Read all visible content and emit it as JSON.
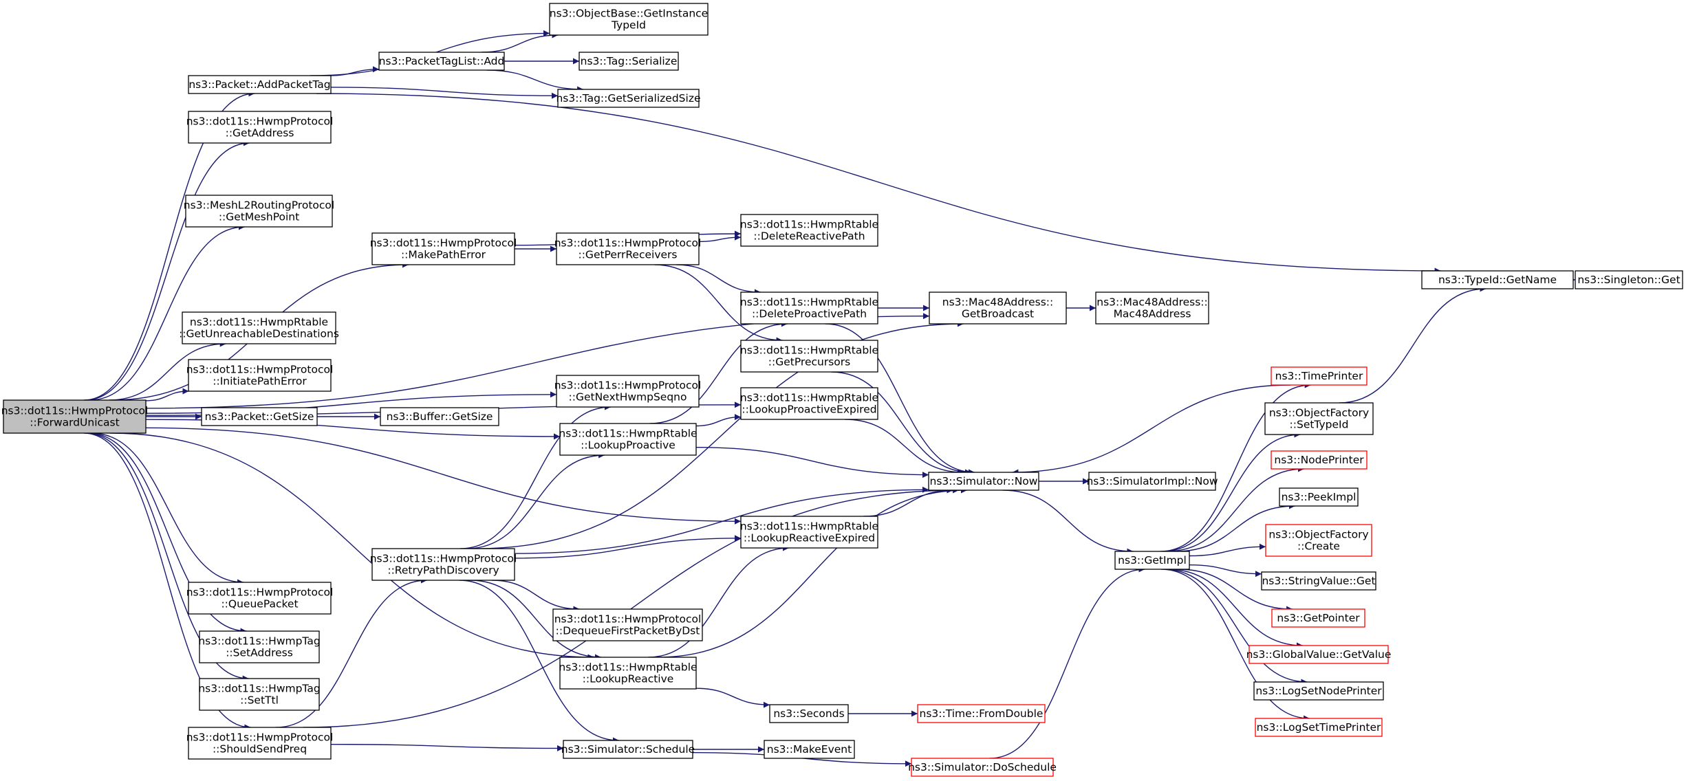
{
  "colors": {
    "edge": "#191970",
    "node_border": "#000000",
    "node_border_red": "#ff0000",
    "node_fill": "#ffffff",
    "root_fill": "#bfbfbf"
  },
  "nodes": [
    {
      "id": "fwd",
      "lines": [
        "ns3::dot11s::HwmpProtocol",
        "::ForwardUnicast"
      ],
      "style": "root"
    },
    {
      "id": "addtag",
      "lines": [
        "ns3::Packet::AddPacketTag"
      ]
    },
    {
      "id": "getaddr",
      "lines": [
        "ns3::dot11s::HwmpProtocol",
        "::GetAddress"
      ]
    },
    {
      "id": "getmp",
      "lines": [
        "ns3::MeshL2RoutingProtocol",
        "::GetMeshPoint"
      ]
    },
    {
      "id": "mkperr",
      "lines": [
        "ns3::dot11s::HwmpProtocol",
        "::MakePathError"
      ]
    },
    {
      "id": "getunr",
      "lines": [
        "ns3::dot11s::HwmpRtable",
        "::GetUnreachableDestinations"
      ]
    },
    {
      "id": "initperr",
      "lines": [
        "ns3::dot11s::HwmpProtocol",
        "::InitiatePathError"
      ]
    },
    {
      "id": "pgetsize",
      "lines": [
        "ns3::Packet::GetSize"
      ]
    },
    {
      "id": "bgetsize",
      "lines": [
        "ns3::Buffer::GetSize"
      ]
    },
    {
      "id": "objbase",
      "lines": [
        "ns3::ObjectBase::GetInstance",
        "TypeId"
      ]
    },
    {
      "id": "ptladd",
      "lines": [
        "ns3::PacketTagList::Add"
      ]
    },
    {
      "id": "tagser",
      "lines": [
        "ns3::Tag::Serialize"
      ]
    },
    {
      "id": "taggss",
      "lines": [
        "ns3::Tag::GetSerializedSize"
      ]
    },
    {
      "id": "getperr",
      "lines": [
        "ns3::dot11s::HwmpProtocol",
        "::GetPerrReceivers"
      ]
    },
    {
      "id": "delreact",
      "lines": [
        "ns3::dot11s::HwmpRtable",
        "::DeleteReactivePath"
      ]
    },
    {
      "id": "delpro",
      "lines": [
        "ns3::dot11s::HwmpRtable",
        "::DeleteProactivePath"
      ]
    },
    {
      "id": "getprec",
      "lines": [
        "ns3::dot11s::HwmpRtable",
        "::GetPrecursors"
      ]
    },
    {
      "id": "lpexp",
      "lines": [
        "ns3::dot11s::HwmpRtable",
        "::LookupProactiveExpired"
      ]
    },
    {
      "id": "macbc",
      "lines": [
        "ns3::Mac48Address::",
        "GetBroadcast"
      ]
    },
    {
      "id": "mac48",
      "lines": [
        "ns3::Mac48Address::",
        "Mac48Address"
      ]
    },
    {
      "id": "seqno",
      "lines": [
        "ns3::dot11s::HwmpProtocol",
        "::GetNextHwmpSeqno"
      ]
    },
    {
      "id": "lpro",
      "lines": [
        "ns3::dot11s::HwmpRtable",
        "::LookupProactive"
      ]
    },
    {
      "id": "retry",
      "lines": [
        "ns3::dot11s::HwmpProtocol",
        "::RetryPathDiscovery"
      ]
    },
    {
      "id": "lrexp",
      "lines": [
        "ns3::dot11s::HwmpRtable",
        "::LookupReactiveExpired"
      ]
    },
    {
      "id": "deq",
      "lines": [
        "ns3::dot11s::HwmpProtocol",
        "::DequeueFirstPacketByDst"
      ]
    },
    {
      "id": "lreact",
      "lines": [
        "ns3::dot11s::HwmpRtable",
        "::LookupReactive"
      ]
    },
    {
      "id": "queue",
      "lines": [
        "ns3::dot11s::HwmpProtocol",
        "::QueuePacket"
      ]
    },
    {
      "id": "setaddr",
      "lines": [
        "ns3::dot11s::HwmpTag",
        "::SetAddress"
      ]
    },
    {
      "id": "setttl",
      "lines": [
        "ns3::dot11s::HwmpTag",
        "::SetTtl"
      ]
    },
    {
      "id": "shouldp",
      "lines": [
        "ns3::dot11s::HwmpProtocol",
        "::ShouldSendPreq"
      ]
    },
    {
      "id": "sched",
      "lines": [
        "ns3::Simulator::Schedule"
      ]
    },
    {
      "id": "seconds",
      "lines": [
        "ns3::Seconds"
      ]
    },
    {
      "id": "makeev",
      "lines": [
        "ns3::MakeEvent"
      ]
    },
    {
      "id": "fromdbl",
      "lines": [
        "ns3::Time::FromDouble"
      ],
      "style": "red"
    },
    {
      "id": "dosched",
      "lines": [
        "ns3::Simulator::DoSchedule"
      ],
      "style": "red"
    },
    {
      "id": "now",
      "lines": [
        "ns3::Simulator::Now"
      ]
    },
    {
      "id": "implnow",
      "lines": [
        "ns3::SimulatorImpl::Now"
      ]
    },
    {
      "id": "getimpl",
      "lines": [
        "ns3::GetImpl"
      ]
    },
    {
      "id": "timepr",
      "lines": [
        "ns3::TimePrinter"
      ],
      "style": "red"
    },
    {
      "id": "ofsettid",
      "lines": [
        "ns3::ObjectFactory",
        "::SetTypeId"
      ]
    },
    {
      "id": "nodepr",
      "lines": [
        "ns3::NodePrinter"
      ],
      "style": "red"
    },
    {
      "id": "peek",
      "lines": [
        "ns3::PeekImpl"
      ]
    },
    {
      "id": "ofcreate",
      "lines": [
        "ns3::ObjectFactory",
        "::Create"
      ],
      "style": "red"
    },
    {
      "id": "strget",
      "lines": [
        "ns3::StringValue::Get"
      ]
    },
    {
      "id": "getptr",
      "lines": [
        "ns3::GetPointer"
      ],
      "style": "red"
    },
    {
      "id": "gvget",
      "lines": [
        "ns3::GlobalValue::GetValue"
      ],
      "style": "red"
    },
    {
      "id": "lognode",
      "lines": [
        "ns3::LogSetNodePrinter"
      ]
    },
    {
      "id": "logtime",
      "lines": [
        "ns3::LogSetTimePrinter"
      ],
      "style": "red"
    },
    {
      "id": "tidname",
      "lines": [
        "ns3::TypeId::GetName"
      ]
    },
    {
      "id": "single",
      "lines": [
        "ns3::Singleton::Get"
      ]
    }
  ],
  "edges": [
    [
      "fwd",
      "addtag"
    ],
    [
      "fwd",
      "getaddr"
    ],
    [
      "fwd",
      "getmp"
    ],
    [
      "fwd",
      "mkperr"
    ],
    [
      "fwd",
      "getunr"
    ],
    [
      "fwd",
      "initperr"
    ],
    [
      "fwd",
      "pgetsize"
    ],
    [
      "fwd",
      "seqno"
    ],
    [
      "fwd",
      "lpro"
    ],
    [
      "fwd",
      "lrexp"
    ],
    [
      "fwd",
      "lreact"
    ],
    [
      "fwd",
      "queue"
    ],
    [
      "fwd",
      "setaddr"
    ],
    [
      "fwd",
      "setttl"
    ],
    [
      "fwd",
      "shouldp"
    ],
    [
      "fwd",
      "macbc"
    ],
    [
      "fwd",
      "lpexp"
    ],
    [
      "addtag",
      "objbase"
    ],
    [
      "addtag",
      "ptladd"
    ],
    [
      "addtag",
      "taggss"
    ],
    [
      "addtag",
      "tidname"
    ],
    [
      "ptladd",
      "objbase"
    ],
    [
      "ptladd",
      "tagser"
    ],
    [
      "ptladd",
      "taggss"
    ],
    [
      "pgetsize",
      "bgetsize"
    ],
    [
      "mkperr",
      "getperr"
    ],
    [
      "mkperr",
      "delreact"
    ],
    [
      "getperr",
      "delreact"
    ],
    [
      "getperr",
      "delpro"
    ],
    [
      "getperr",
      "getprec"
    ],
    [
      "delpro",
      "macbc"
    ],
    [
      "delpro",
      "now"
    ],
    [
      "getprec",
      "now"
    ],
    [
      "lpexp",
      "now"
    ],
    [
      "lpro",
      "delpro"
    ],
    [
      "lpro",
      "lpexp"
    ],
    [
      "lpro",
      "now"
    ],
    [
      "lrexp",
      "now"
    ],
    [
      "lreact",
      "lrexp"
    ],
    [
      "lreact",
      "now"
    ],
    [
      "lreact",
      "seconds"
    ],
    [
      "retry",
      "seqno"
    ],
    [
      "retry",
      "lpro"
    ],
    [
      "retry",
      "macbc"
    ],
    [
      "retry",
      "lrexp"
    ],
    [
      "retry",
      "now"
    ],
    [
      "retry",
      "deq"
    ],
    [
      "retry",
      "lreact"
    ],
    [
      "retry",
      "sched"
    ],
    [
      "shouldp",
      "retry"
    ],
    [
      "shouldp",
      "now"
    ],
    [
      "shouldp",
      "sched"
    ],
    [
      "sched",
      "makeev"
    ],
    [
      "sched",
      "dosched"
    ],
    [
      "seconds",
      "fromdbl"
    ],
    [
      "macbc",
      "mac48"
    ],
    [
      "now",
      "implnow"
    ],
    [
      "now",
      "getimpl"
    ],
    [
      "dosched",
      "getimpl"
    ],
    [
      "timepr",
      "now"
    ],
    [
      "getimpl",
      "timepr"
    ],
    [
      "getimpl",
      "ofsettid"
    ],
    [
      "getimpl",
      "nodepr"
    ],
    [
      "getimpl",
      "peek"
    ],
    [
      "getimpl",
      "ofcreate"
    ],
    [
      "getimpl",
      "strget"
    ],
    [
      "getimpl",
      "getptr"
    ],
    [
      "getimpl",
      "gvget"
    ],
    [
      "getimpl",
      "lognode"
    ],
    [
      "getimpl",
      "logtime"
    ],
    [
      "ofsettid",
      "tidname"
    ],
    [
      "tidname",
      "single"
    ]
  ]
}
